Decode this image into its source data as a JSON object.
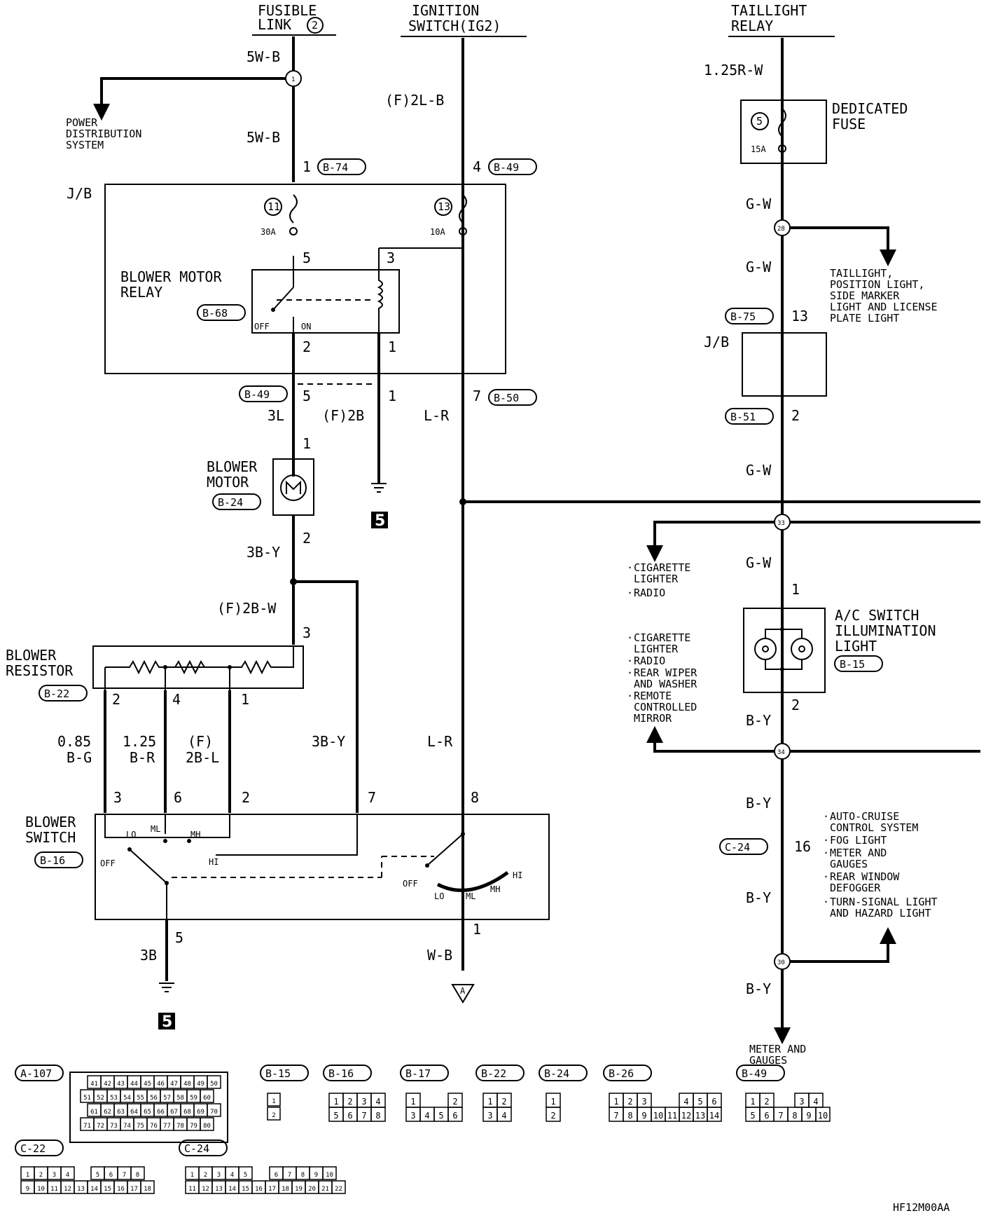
{
  "headers": {
    "fusible_link_l1": "FUSIBLE",
    "fusible_link_l2": "LINK",
    "fusible_link_num": "2",
    "ignition_l1": "IGNITION",
    "ignition_l2": "SWITCH(IG2)",
    "taillight_l1": "TAILLIGHT",
    "taillight_l2": "RELAY"
  },
  "wires": {
    "w_5wb_top": "5W-B",
    "w_5wb_bottom": "5W-B",
    "w_f2lb": "(F)2L-B",
    "w_125rw": "1.25R-W",
    "w_gw_1": "G-W",
    "w_gw_2": "G-W",
    "w_gw_3": "G-W",
    "w_gw_4": "G-W",
    "w_3l": "3L",
    "w_f2b": "(F)2B",
    "w_lr_1": "L-R",
    "w_lr_2": "L-R",
    "w_3by_1": "3B-Y",
    "w_3by_2": "3B-Y",
    "w_f2bw": "(F)2B-W",
    "w_085_a": "0.85",
    "w_085_b": "B-G",
    "w_125_a": "1.25",
    "w_125_b": "B-R",
    "w_f2bl_a": "(F)",
    "w_f2bl_b": "2B-L",
    "w_3b": "3B",
    "w_wb": "W-B",
    "w_by_1": "B-Y",
    "w_by_2": "B-Y",
    "w_by_3": "B-Y",
    "w_by_4": "B-Y"
  },
  "connectors": {
    "b74": "B-74",
    "b49a": "B-49",
    "b49b": "B-49",
    "b68": "B-68",
    "b50": "B-50",
    "b24": "B-24",
    "b22": "B-22",
    "b16": "B-16",
    "b75": "B-75",
    "b51": "B-51",
    "b15": "B-15",
    "c24": "C-24"
  },
  "pins": {
    "p1_b74": "1",
    "p4_b49": "4",
    "p5_relay": "5",
    "p3_relay": "3",
    "p2_relay": "2",
    "p1_relay": "1",
    "p5_b49": "5",
    "p1_b49": "1",
    "p7_b50": "7",
    "p1_motor": "1",
    "p2_motor": "2",
    "p3_res": "3",
    "p2_res": "2",
    "p4_res": "4",
    "p1_res": "1",
    "p3_sw": "3",
    "p6_sw": "6",
    "p2_sw": "2",
    "p7_sw": "7",
    "p8_sw": "8",
    "p5_sw": "5",
    "p1_sw": "1",
    "p13_b75": "13",
    "p2_b51": "2",
    "p1_ac": "1",
    "p2_ac": "2",
    "p16_c24": "16"
  },
  "components": {
    "jb_left": "J/B",
    "jb_right": "J/B",
    "fuse11": "11",
    "fuse11_rating": "30A",
    "fuse13": "13",
    "fuse13_rating": "10A",
    "fuse5": "5",
    "fuse5_rating": "15A",
    "relay_l1": "BLOWER MOTOR",
    "relay_l2": "RELAY",
    "relay_off": "OFF",
    "relay_on": "ON",
    "motor_l1": "BLOWER",
    "motor_l2": "MOTOR",
    "resistor_l1": "BLOWER",
    "resistor_l2": "RESISTOR",
    "switch_l1": "BLOWER",
    "switch_l2": "SWITCH",
    "sw_lo": "LO",
    "sw_ml": "ML",
    "sw_mh": "MH",
    "sw_hi": "HI",
    "sw_off": "OFF",
    "sw2_off": "OFF",
    "sw2_lo": "LO",
    "sw2_ml": "ML",
    "sw2_mh": "MH",
    "sw2_hi": "HI",
    "dedicated_l1": "DEDICATED",
    "dedicated_l2": "FUSE",
    "ac_l1": "A/C SWITCH",
    "ac_l2": "ILLUMINATION",
    "ac_l3": "LIGHT",
    "ground_ref": "5",
    "ground_ref2": "5",
    "arrow_a": "A"
  },
  "junctions": {
    "j1": "1",
    "j28": "28",
    "j33": "33",
    "j34": "34",
    "j30": "30"
  },
  "notes": {
    "pds_l1": "POWER",
    "pds_l2": "DISTRIBUTION",
    "pds_l3": "SYSTEM",
    "tail_l1": "TAILLIGHT,",
    "tail_l2": "POSITION LIGHT,",
    "tail_l3": "SIDE MARKER",
    "tail_l4": "LIGHT AND LICENSE",
    "tail_l5": "PLATE LIGHT",
    "cig1_l1": "CIGARETTE",
    "cig1_l2": "LIGHTER",
    "cig1_l3": "RADIO",
    "cig2_l1": "CIGARETTE",
    "cig2_l2": "LIGHTER",
    "cig2_l3": "RADIO",
    "cig2_l4": "REAR WIPER",
    "cig2_l5": "AND WASHER",
    "cig2_l6": "REMOTE",
    "cig2_l7": "CONTROLLED",
    "cig2_l8": "MIRROR",
    "auto_l1": "AUTO-CRUISE",
    "auto_l2": "CONTROL SYSTEM",
    "auto_l3": "FOG LIGHT",
    "auto_l4": "METER AND",
    "auto_l5": "GAUGES",
    "auto_l6": "REAR WINDOW",
    "auto_l7": "DEFOGGER",
    "auto_l8": "TURN-SIGNAL LIGHT",
    "auto_l9": "AND HAZARD LIGHT",
    "meter_l1": "METER AND",
    "meter_l2": "GAUGES"
  },
  "connector_views": {
    "a107": "A-107",
    "b15": "B-15",
    "b16": "B-16",
    "b17": "B-17",
    "b22": "B-22",
    "b24": "B-24",
    "b26": "B-26",
    "b49": "B-49",
    "c22": "C-22",
    "c24": "C-24"
  },
  "connector_pins": {
    "a107_r1": [
      "41",
      "42",
      "43",
      "44",
      "45",
      "46",
      "47",
      "48",
      "49",
      "50"
    ],
    "a107_r2": [
      "51",
      "52",
      "53",
      "54",
      "55",
      "56",
      "57",
      "58",
      "59",
      "60"
    ],
    "a107_r3": [
      "61",
      "62",
      "63",
      "64",
      "65",
      "66",
      "67",
      "68",
      "69",
      "70"
    ],
    "a107_r4": [
      "71",
      "72",
      "73",
      "74",
      "75",
      "76",
      "77",
      "78",
      "79",
      "80"
    ],
    "b15": [
      "1",
      "2"
    ],
    "b16_r1": [
      "1",
      "2",
      "3",
      "4"
    ],
    "b16_r2": [
      "5",
      "6",
      "7",
      "8"
    ],
    "b17_r1": [
      "1",
      "2"
    ],
    "b17_r2": [
      "3",
      "4",
      "5",
      "6"
    ],
    "b22_r1": [
      "1",
      "2"
    ],
    "b22_r2": [
      "3",
      "4"
    ],
    "b24": [
      "1",
      "2"
    ],
    "b26_r1a": [
      "1",
      "2",
      "3"
    ],
    "b26_r1b": [
      "4",
      "5",
      "6"
    ],
    "b26_r2": [
      "7",
      "8",
      "9",
      "10",
      "11",
      "12",
      "13",
      "14"
    ],
    "b49_r1a": [
      "1",
      "2"
    ],
    "b49_r1b": [
      "3",
      "4"
    ],
    "b49_r2": [
      "5",
      "6",
      "7",
      "8",
      "9",
      "10"
    ],
    "c22_r1a": [
      "1",
      "2",
      "3",
      "4"
    ],
    "c22_r1b": [
      "5",
      "6",
      "7",
      "8"
    ],
    "c22_r2": [
      "9",
      "10",
      "11",
      "12",
      "13",
      "14",
      "15",
      "16",
      "17",
      "18"
    ],
    "c24_r1a": [
      "1",
      "2",
      "3",
      "4",
      "5"
    ],
    "c24_r1b": [
      "6",
      "7",
      "8",
      "9",
      "10"
    ],
    "c24_r2": [
      "11",
      "12",
      "13",
      "14",
      "15",
      "16",
      "17",
      "18",
      "19",
      "20",
      "21",
      "22"
    ]
  },
  "footer": {
    "code": "HF12M00AA"
  }
}
